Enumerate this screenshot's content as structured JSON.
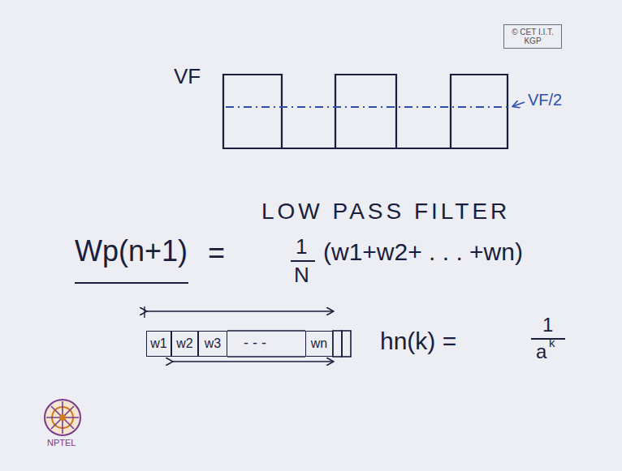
{
  "diagram": {
    "nodes": [
      {
        "text": [
          "© CET I.I.T. KGP"
        ]
      },
      {
        "text": [
          "w1"
        ]
      },
      {
        "text": [
          "w2"
        ]
      },
      {
        "text": [
          "w3"
        ]
      },
      {
        "text": [
          "wn"
        ]
      }
    ],
    "labels": [
      "VF",
      "VF/2",
      "LOW PASS FILTER",
      "Wp(n+1)",
      "=",
      "1",
      "N",
      "(w1+w2+ . . . +wn)",
      "- - -",
      "hn(k) =",
      "1",
      "a",
      "k",
      "NPTEL"
    ]
  }
}
